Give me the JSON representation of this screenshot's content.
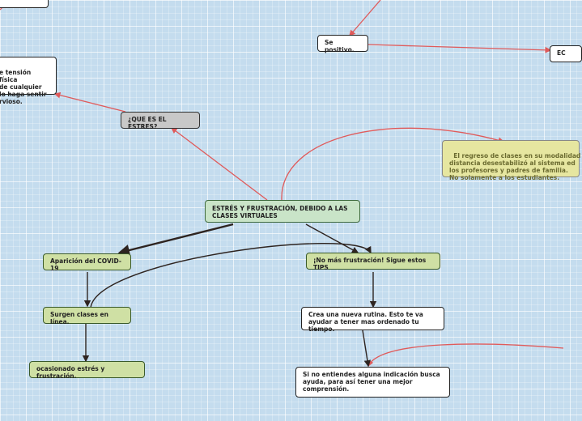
{
  "central": "ESTRÉS Y FRUSTRACIÓN, DEBIDO A LAS CLASES VIRTUALES",
  "question": "¿QUE ES EL ESTRES?",
  "definition": "e tensión física\n de cualquier\n lo haga sentir\nrvioso.",
  "positive": "Se positivo.",
  "top_right": "EC",
  "note": "El regreso de clases en su modalidad\ndistancia desestabilizó al sistema ed\nlos profesores y padres de familia.\nNo solamente a los estudiantes.",
  "covid": "Aparición del COVID-19",
  "online": "Surgen clases en línea.",
  "caused": "ocasionado estrés y frustración.",
  "tips": "¡No más frustración! Sigue estos TIPS",
  "routine": "Crea una nueva rutina. Esto te va ayudar a tener mas ordenado tu tiempo.",
  "help": "Si no entiendes alguna indicación busca ayuda, para así tener una mejor comprensión.",
  "colors": {
    "background": "#c4dcee",
    "red_link": "#e05a5a",
    "dark_link": "#2e2420"
  }
}
